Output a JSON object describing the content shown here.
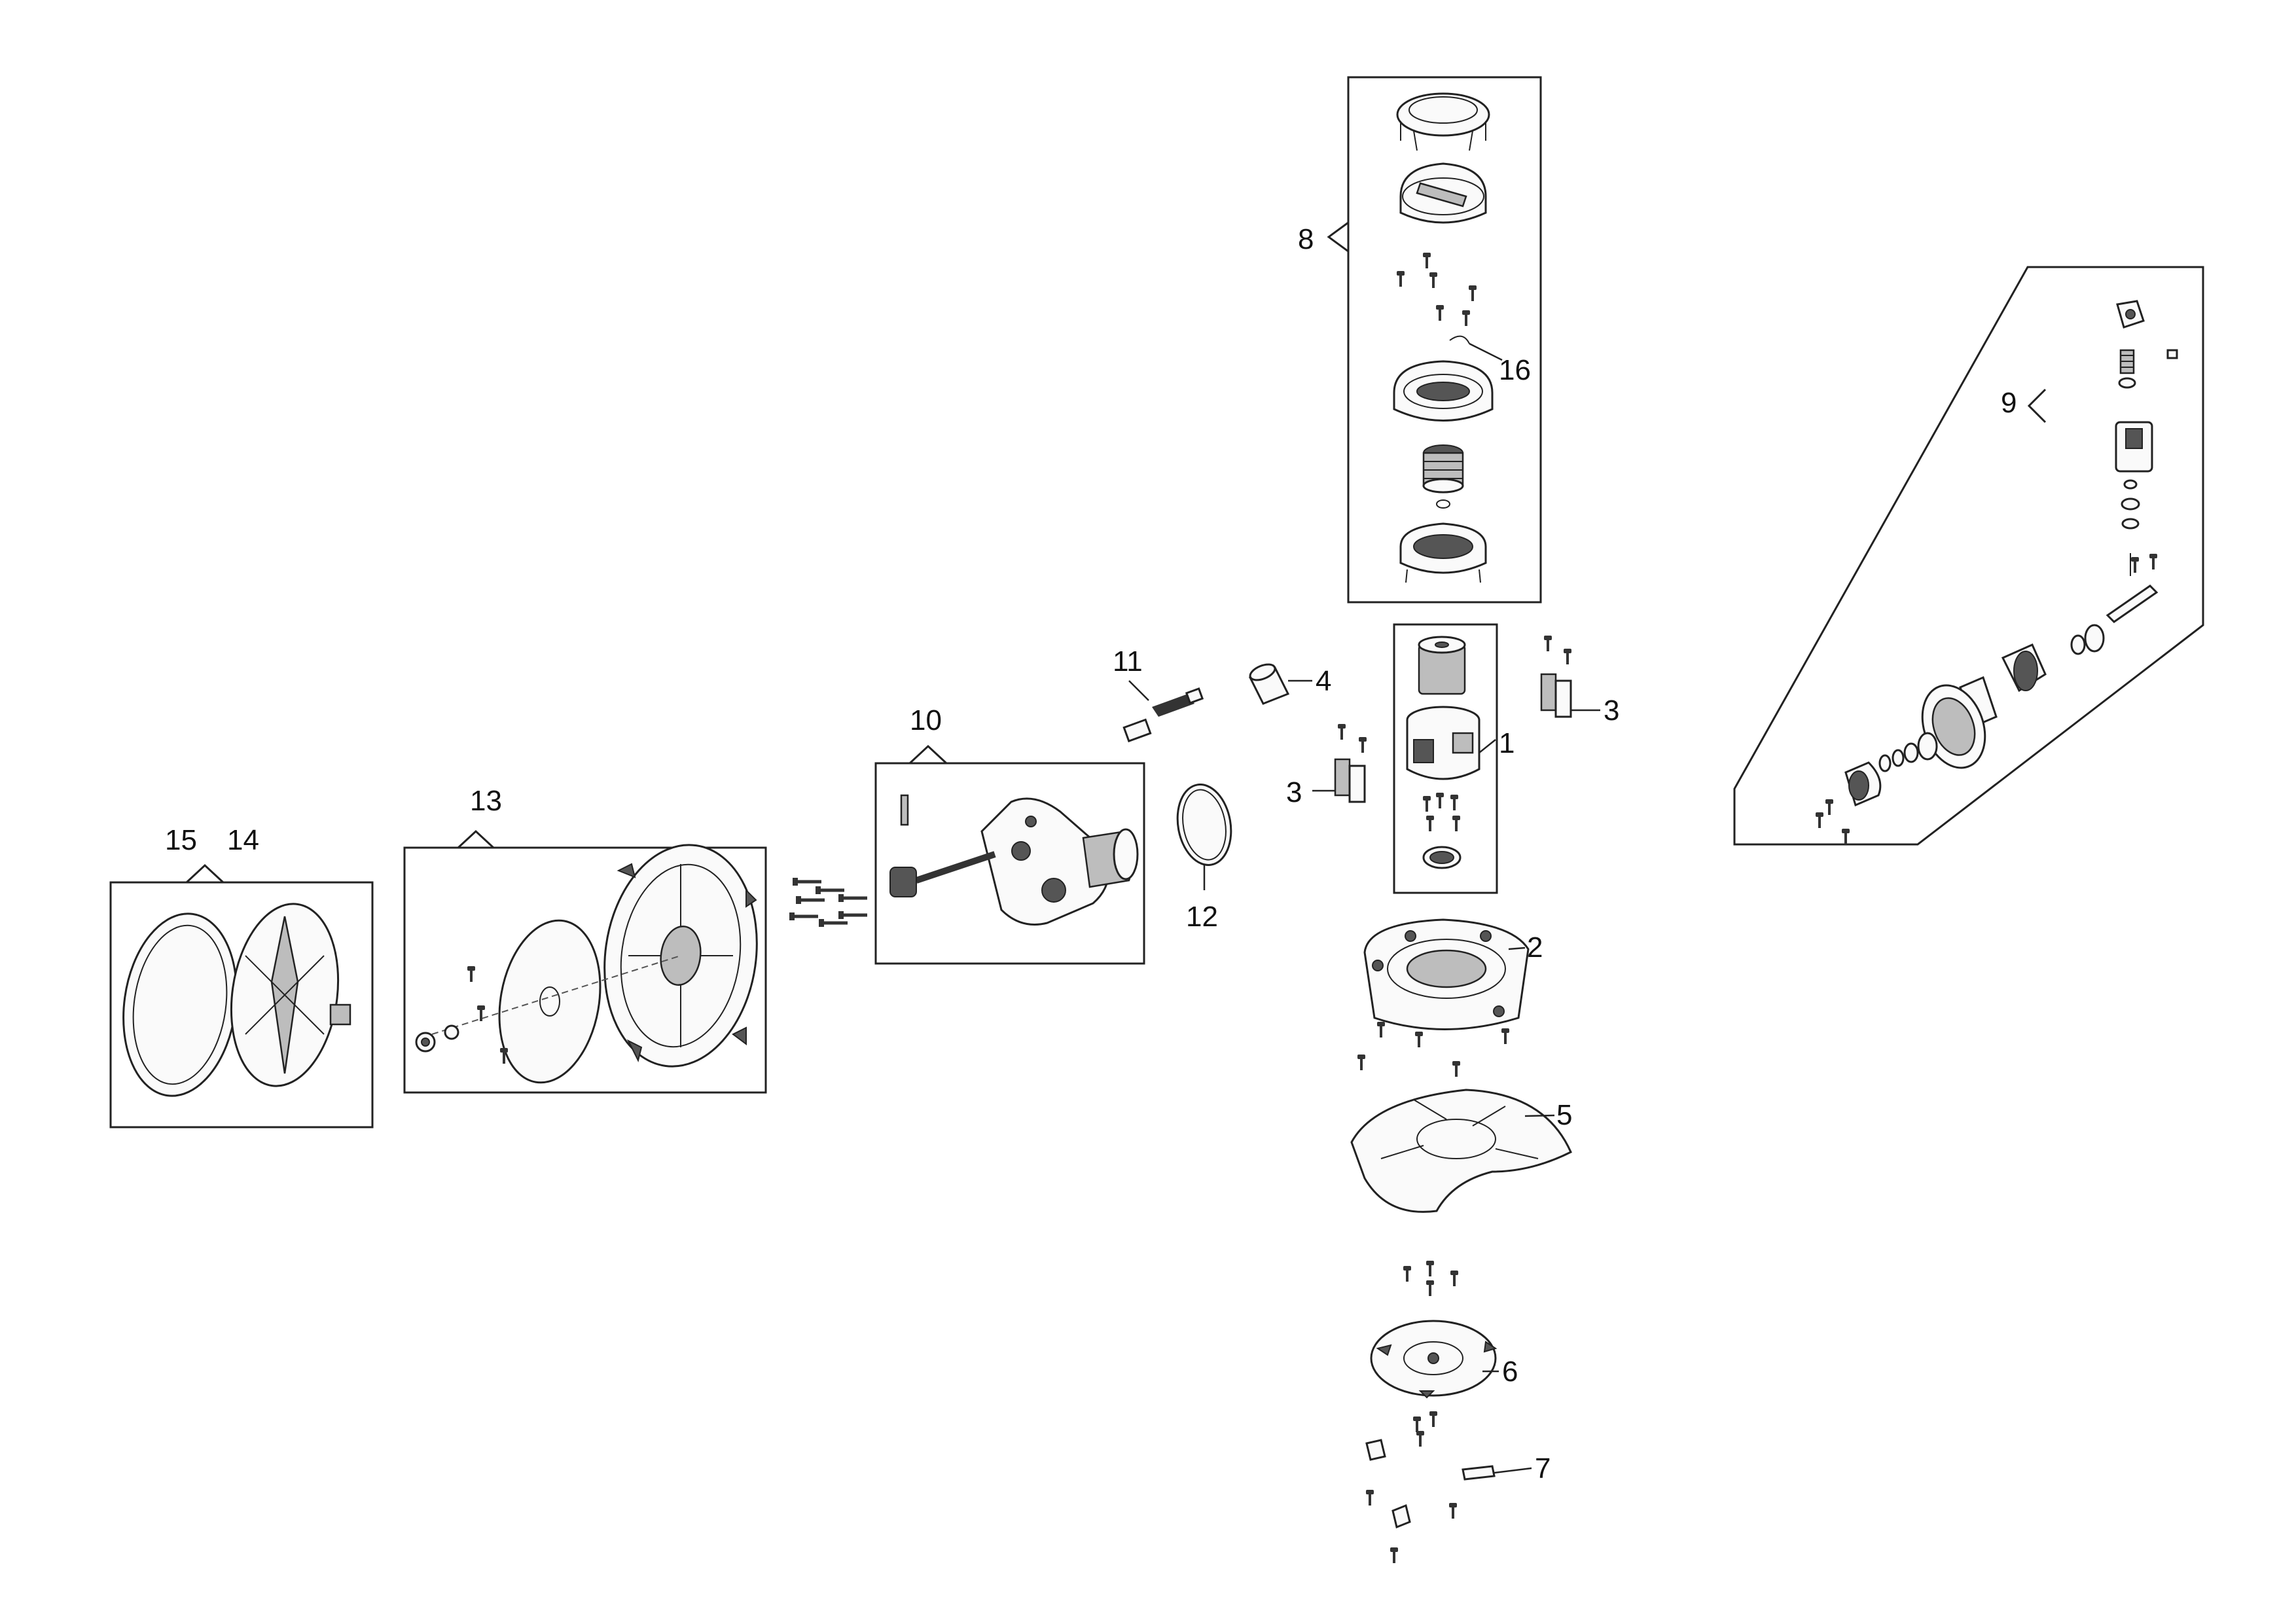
{
  "diagram": {
    "callouts": {
      "c1": "1",
      "c2": "2",
      "c3a": "3",
      "c3b": "3",
      "c4": "4",
      "c5": "5",
      "c6": "6",
      "c7": "7",
      "c8": "8",
      "c9": "9",
      "c10": "10",
      "c11": "11",
      "c12": "12",
      "c13": "13",
      "c14": "14",
      "c15": "15",
      "c16": "16"
    }
  }
}
